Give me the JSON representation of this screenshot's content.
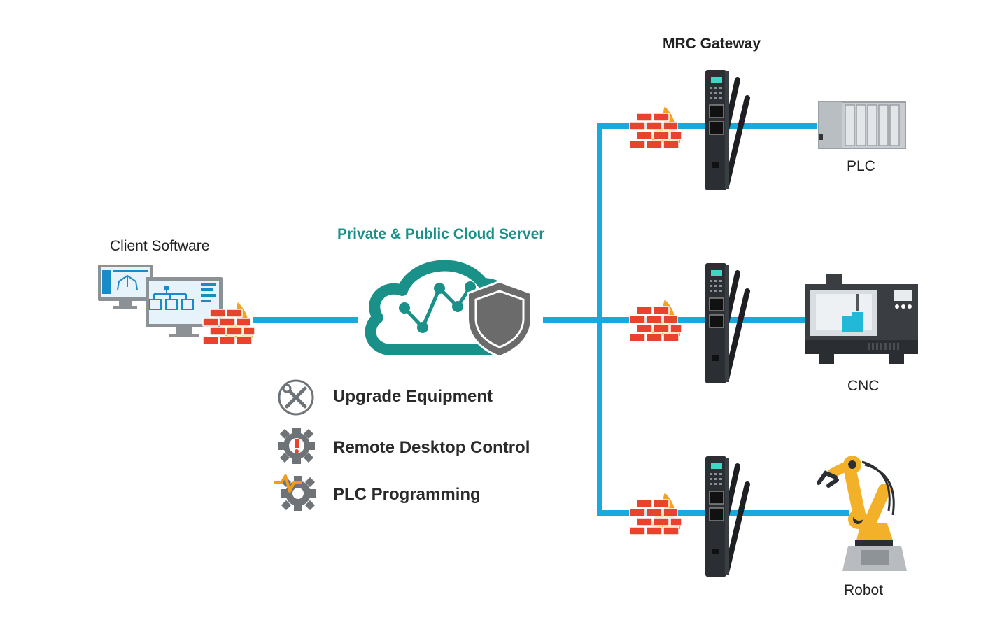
{
  "labels": {
    "client_software": "Client Software",
    "cloud_server": "Private & Public Cloud Server",
    "gateway": "MRC Gateway",
    "plc": "PLC",
    "cnc": "CNC",
    "robot": "Robot"
  },
  "features": [
    {
      "label": "Upgrade Equipment",
      "icon": "tools-icon"
    },
    {
      "label": "Remote Desktop Control",
      "icon": "gear-alert-icon"
    },
    {
      "label": "PLC Programming",
      "icon": "gear-signal-icon"
    }
  ],
  "colors": {
    "network_line": "#1aa9de",
    "cloud": "#1a9188",
    "shield": "#6b6b6b",
    "firewall": "#e8442d",
    "flame": "#f6a21c",
    "gateway_body": "#2b2f33",
    "monitor_screen": "#1a8bc9",
    "robot": "#f3b12a"
  }
}
